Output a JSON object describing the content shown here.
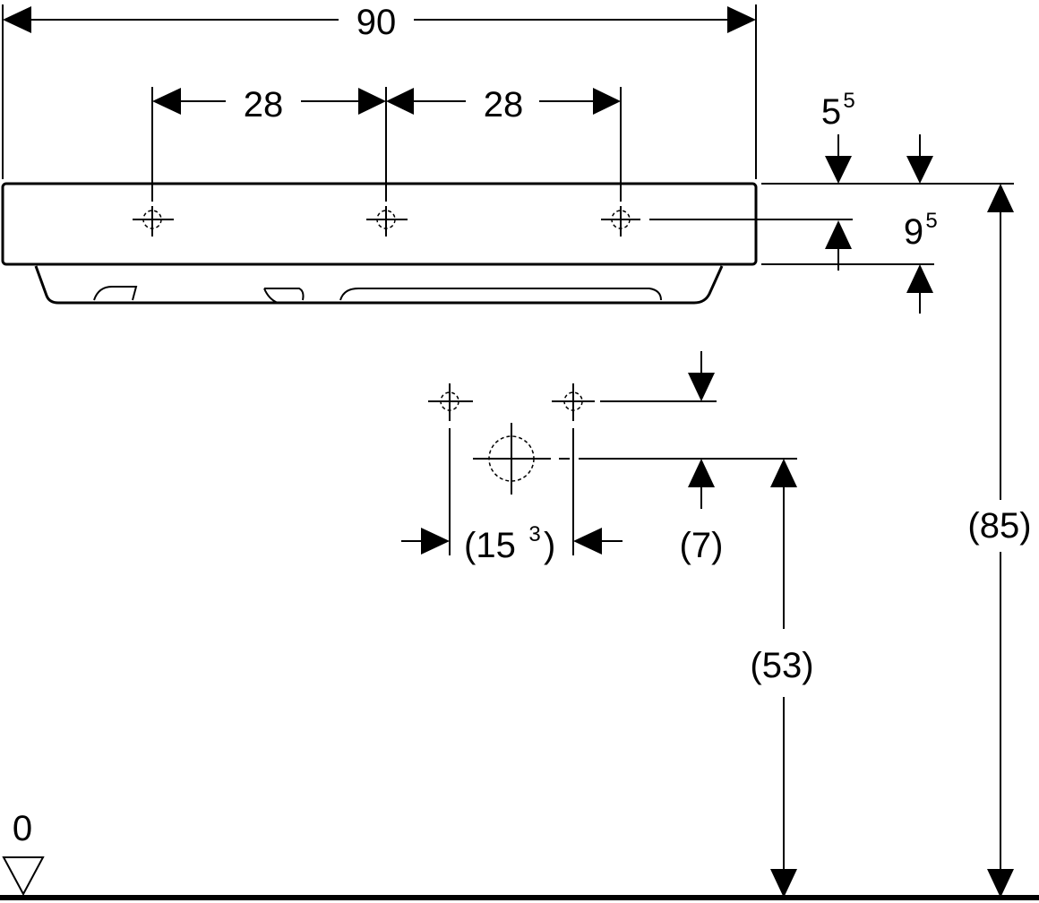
{
  "drawing": {
    "colors": {
      "line": "#000000",
      "background": "#ffffff"
    },
    "dimensions": {
      "overall_width": "90",
      "hole_spacing_left": "28",
      "hole_spacing_right": "28",
      "rim_to_hole_base": "5",
      "rim_to_hole_sup": "5",
      "rim_thickness_base": "9",
      "rim_thickness_sup": "5",
      "total_height": "(85)",
      "drain_height": "(53)",
      "drain_offset": "(7)",
      "drain_spacing_open": "(15",
      "drain_spacing_sup": "3",
      "drain_spacing_close": ")",
      "floor_level": "0"
    }
  }
}
